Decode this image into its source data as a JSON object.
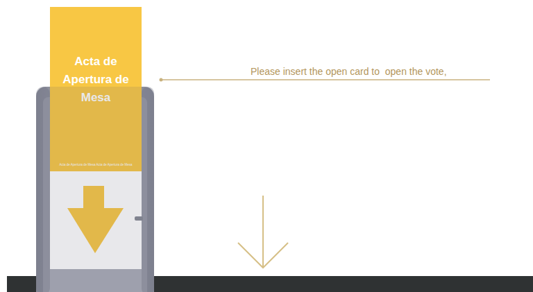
{
  "diagram": {
    "nodes": [
      {
        "text": [
          "Acta de Apertura de Mesa",
          "Acta de Apertura de Mesa Acta de Apertura de Mesa"
        ]
      }
    ],
    "labels": [
      "Please insert the open card to  open the vote,"
    ]
  }
}
